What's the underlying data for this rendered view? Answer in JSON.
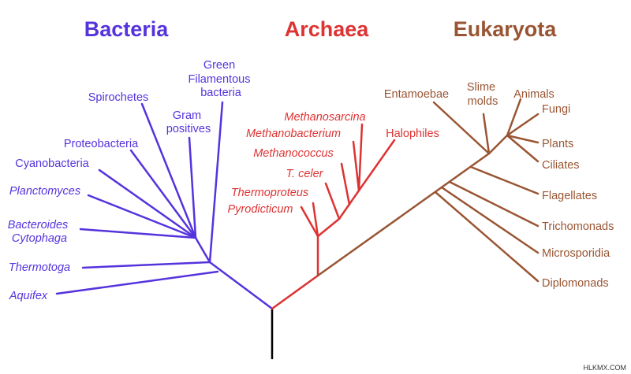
{
  "colors": {
    "bacteria": "#5533dd",
    "archaea": "#dd3333",
    "eukaryota": "#995533",
    "root": "#000000"
  },
  "domains": {
    "bacteria": "Bacteria",
    "archaea": "Archaea",
    "eukaryota": "Eukaryota"
  },
  "bacteria": {
    "green_filamentous": [
      "Green",
      "Filamentous",
      "bacteria"
    ],
    "spirochetes": "Spirochetes",
    "gram_positives": [
      "Gram",
      "positives"
    ],
    "proteobacteria": "Proteobacteria",
    "cyanobacteria": "Cyanobacteria",
    "planctomyces": "Planctomyces",
    "bacteroides": [
      "Bacteroides",
      "Cytophaga"
    ],
    "thermotoga": "Thermotoga",
    "aquifex": "Aquifex"
  },
  "archaea": {
    "methanosarcina": "Methanosarcina",
    "methanobacterium": "Methanobacterium",
    "halophiles": "Halophiles",
    "methanococcus": "Methanococcus",
    "t_celer": "T. celer",
    "thermoproteus": "Thermoproteus",
    "pyrodicticum": "Pyrodicticum"
  },
  "eukaryota": {
    "entamoebae": "Entamoebae",
    "slime_molds": [
      "Slime",
      "molds"
    ],
    "animals": "Animals",
    "fungi": "Fungi",
    "plants": "Plants",
    "ciliates": "Ciliates",
    "flagellates": "Flagellates",
    "trichomonads": "Trichomonads",
    "microsporidia": "Microsporidia",
    "diplomonads": "Diplomonads"
  },
  "watermark": "HLKMX.COM"
}
